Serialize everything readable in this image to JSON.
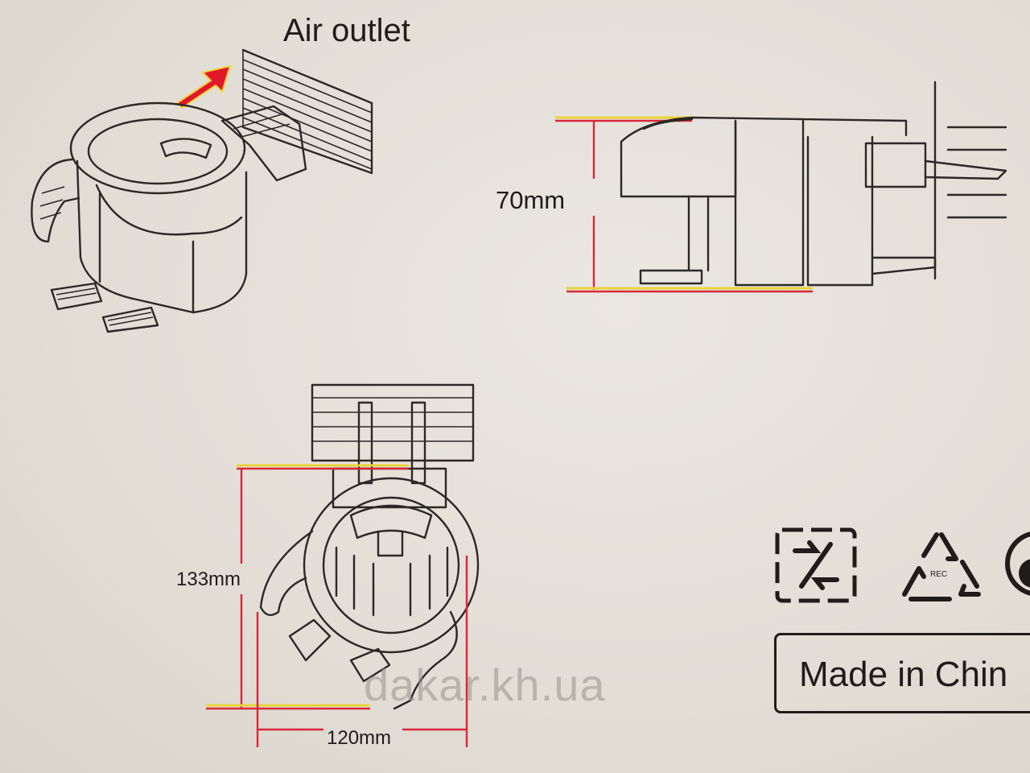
{
  "labels": {
    "air_outlet": "Air outlet",
    "height_side": "70mm",
    "height_top": "133mm",
    "width_top": "120mm",
    "made_in": "Made in Chin",
    "rec_mark": "REC",
    "watermark": "dakar.kh.ua"
  },
  "colors": {
    "dimension_line": "#d8283a",
    "dimension_highlight": "#e9d43c",
    "ink": "#2b2826",
    "arrow": "#e0182a"
  },
  "icons": [
    "recycle-box-icon",
    "recycle-rec-icon",
    "partial-circle-icon"
  ]
}
